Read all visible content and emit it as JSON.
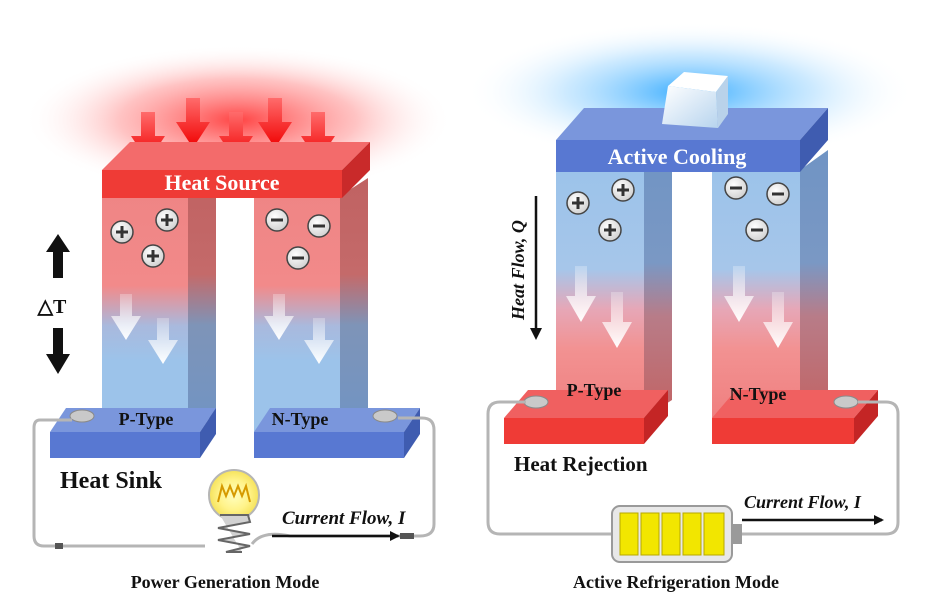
{
  "left": {
    "heat_source_label": "Heat Source",
    "p_type_label": "P-Type",
    "n_type_label": "N-Type",
    "heat_sink_label": "Heat Sink",
    "delta_t_label": "△T",
    "current_flow_label": "Current Flow, I",
    "caption": "Power Generation Mode"
  },
  "right": {
    "active_cooling_label": "Active Cooling",
    "heat_flow_label": "Heat Flow, Q",
    "p_type_label": "P-Type",
    "n_type_label": "N-Type",
    "heat_rejection_label": "Heat Rejection",
    "current_flow_label": "Current Flow, I",
    "caption": "Active Refrigeration Mode"
  },
  "colors": {
    "hot": "#ef3b36",
    "cold": "#5878d2",
    "pillar_hot": "#f08080",
    "pillar_cold": "#9cc3ea"
  }
}
